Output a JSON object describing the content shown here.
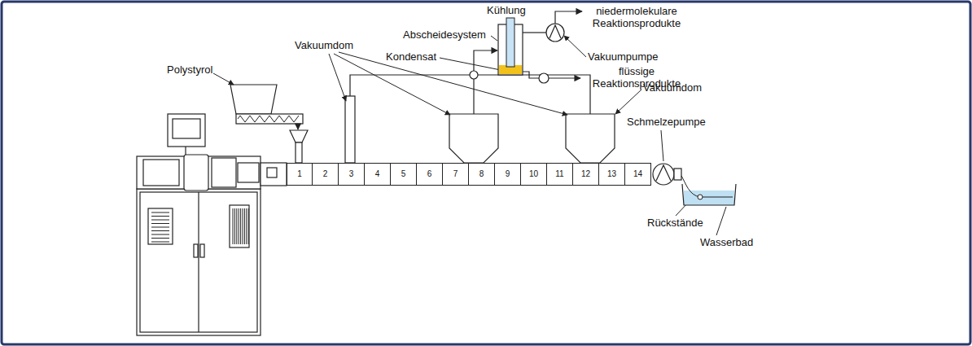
{
  "diagram": {
    "nodes": [
      {
        "text": [
          "1"
        ]
      },
      {
        "text": [
          "2"
        ]
      },
      {
        "text": [
          "3"
        ]
      },
      {
        "text": [
          "4"
        ]
      },
      {
        "text": [
          "5"
        ]
      },
      {
        "text": [
          "6"
        ]
      },
      {
        "text": [
          "7"
        ]
      },
      {
        "text": [
          "8"
        ]
      },
      {
        "text": [
          "9"
        ]
      },
      {
        "text": [
          "10"
        ]
      },
      {
        "text": [
          "11"
        ]
      },
      {
        "text": [
          "12"
        ]
      },
      {
        "text": [
          "13"
        ]
      },
      {
        "text": [
          "14"
        ]
      }
    ],
    "labels": [
      "Polystyrol",
      "Vakuumdom",
      "Abscheidesystem",
      "Kühlung",
      "Kondensat",
      "niedermolekulare Reaktionsprodukte",
      "Vakuumpumpe",
      "flüssige Reaktionsprodukte",
      "Vakuumdom",
      "Schmelzepumpe",
      "Rückstände",
      "Wasserbad"
    ]
  }
}
